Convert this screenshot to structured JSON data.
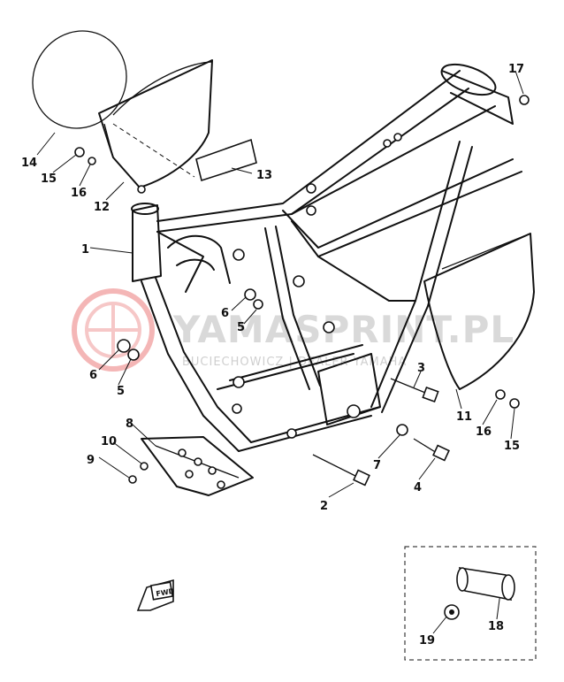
{
  "diagram": {
    "callouts": [
      "14",
      "15",
      "16",
      "12",
      "13",
      "1",
      "6",
      "5",
      "6",
      "5",
      "8",
      "10",
      "9",
      "17",
      "3",
      "11",
      "16",
      "15",
      "7",
      "4",
      "2",
      "19",
      "18"
    ],
    "fwd_label": "FWD"
  },
  "watermark": {
    "brand": "YAMASPRINT.PL",
    "tagline": "BUCIECHOWICZ | DEALER YAMAHA"
  }
}
